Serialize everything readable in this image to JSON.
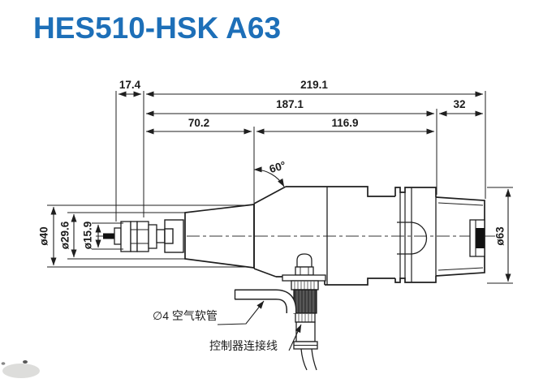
{
  "colors": {
    "accent": "#1d6fb8",
    "line": "#222222"
  },
  "title": "HES510-HSK A63",
  "drawing": {
    "dims": {
      "nose_overhang": "17.4",
      "total_length": "219.1",
      "body_length": "187.1",
      "taper_length": "32",
      "front_length": "70.2",
      "mid_length": "116.9",
      "cone_angle": "60°",
      "dia_front": "ø40",
      "dia_nose": "ø29.6",
      "dia_collet": "ø15.9",
      "dia_flange": "ø63"
    },
    "callouts": {
      "air_hose": "∅4 空气软管",
      "controller_cable": "控制器连接线"
    }
  }
}
